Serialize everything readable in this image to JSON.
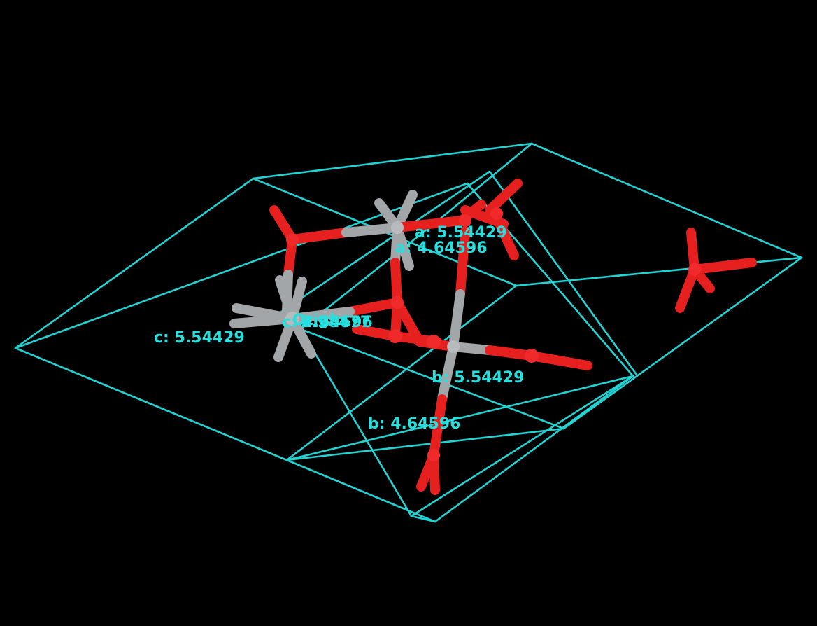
{
  "colors": {
    "background": "#000000",
    "unit_cell": "#22d3d3",
    "label": "#26e0e0",
    "oxygen": "#e61f1f",
    "silicon": "#a3a6a8"
  },
  "labels": {
    "a1": "a: 5.54429",
    "a2": "a: 4.64596",
    "b1": "b: 5.54429",
    "b2": "b: 4.64596",
    "c1": "c: 5.54429",
    "c2": "c: 4.64596",
    "origin": "Origin",
    "gamma": "2.98477"
  }
}
